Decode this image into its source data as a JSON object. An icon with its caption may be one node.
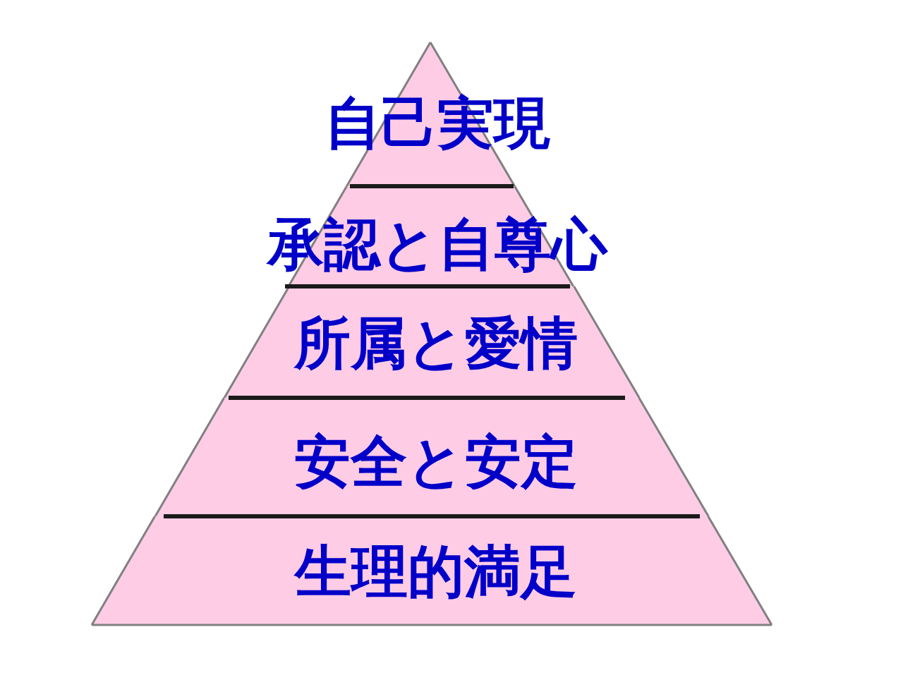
{
  "diagram": {
    "nodes": [
      {
        "text": [
          "自己実現"
        ]
      },
      {
        "text": [
          "承認と自尊心"
        ]
      },
      {
        "text": [
          "所属と愛情"
        ]
      },
      {
        "text": [
          "安全と安定"
        ]
      },
      {
        "text": [
          "生理的満足"
        ]
      }
    ]
  }
}
